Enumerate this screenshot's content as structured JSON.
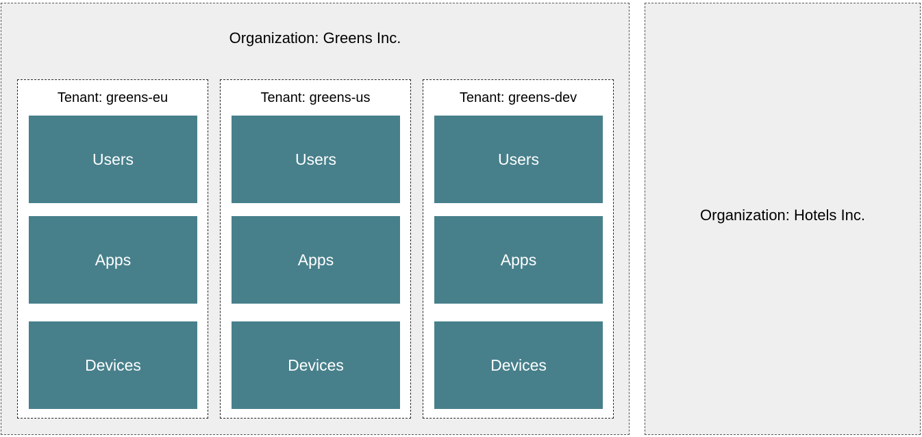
{
  "organizations": [
    {
      "label": "Organization: Greens Inc.",
      "tenants": [
        {
          "label": "Tenant: greens-eu",
          "blocks": [
            "Users",
            "Apps",
            "Devices"
          ]
        },
        {
          "label": "Tenant: greens-us",
          "blocks": [
            "Users",
            "Apps",
            "Devices"
          ]
        },
        {
          "label": "Tenant: greens-dev",
          "blocks": [
            "Users",
            "Apps",
            "Devices"
          ]
        }
      ]
    },
    {
      "label": "Organization: Hotels Inc.",
      "tenants": []
    }
  ],
  "colors": {
    "block_fill": "#47808b",
    "org_fill": "#efefef",
    "tenant_fill": "#ffffff"
  }
}
